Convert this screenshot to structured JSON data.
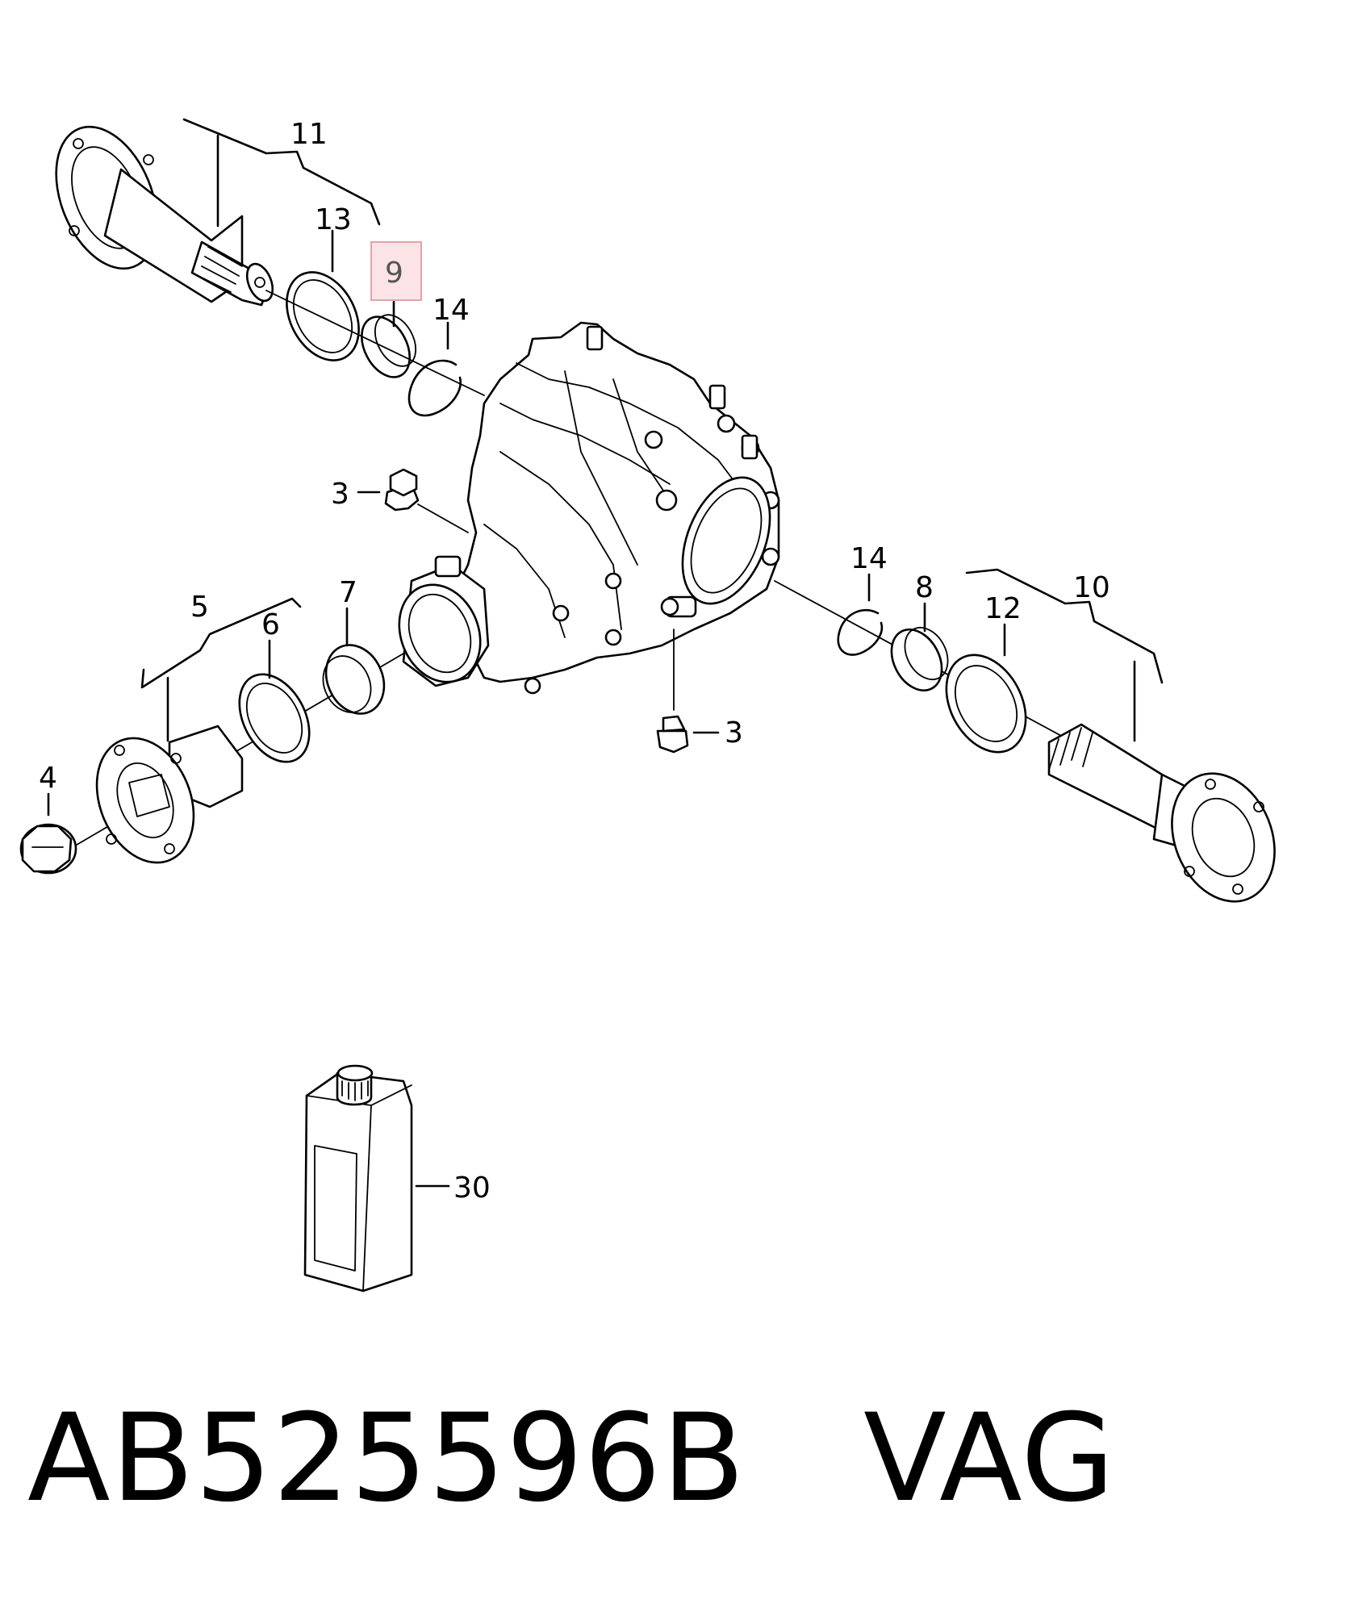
{
  "diagram": {
    "callouts": {
      "c11": "11",
      "c13": "13",
      "c9": "9",
      "c14_top": "14",
      "c3_top": "3",
      "c5": "5",
      "c6": "6",
      "c7": "7",
      "c4": "4",
      "c14_right": "14",
      "c8": "8",
      "c12": "12",
      "c10": "10",
      "c3_bottom": "3",
      "c30": "30"
    },
    "highlighted_callout": "9",
    "highlight_color": "#e8a0a8",
    "highlight_fill": "#fbe3e6"
  },
  "caption": {
    "part_number": "AB525596B",
    "brand": "VAG"
  }
}
